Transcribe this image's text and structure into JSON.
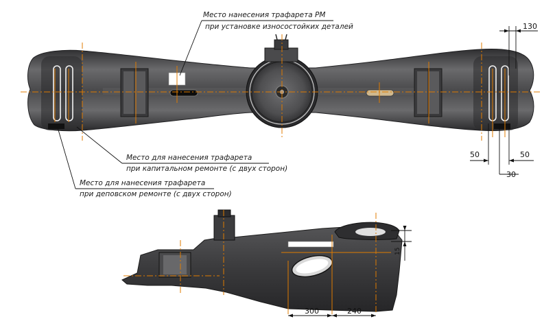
{
  "top_view": {
    "callout_rm": {
      "line1": "Место нанесения трафарета РМ",
      "line2": "при установке износостойких деталей"
    },
    "callout_capital": {
      "line1": "Место для нанесения трафарета",
      "line2": "при капитальном ремонте (с двух сторон)"
    },
    "callout_depot": {
      "line1": "Место для нанесения трафарета",
      "line2": "при деповском ремонте (с двух сторон)"
    },
    "dimensions": {
      "d130": "130",
      "d50_left": "50",
      "d50_right": "50",
      "d30": "30"
    }
  },
  "side_view": {
    "dimensions": {
      "d300": "300",
      "d240": "240",
      "d15": "15"
    }
  },
  "colors": {
    "body": "#3c3c3e",
    "body_light": "#5a5a5c",
    "axis": "#e07b00",
    "highlight": "#ffffff"
  }
}
